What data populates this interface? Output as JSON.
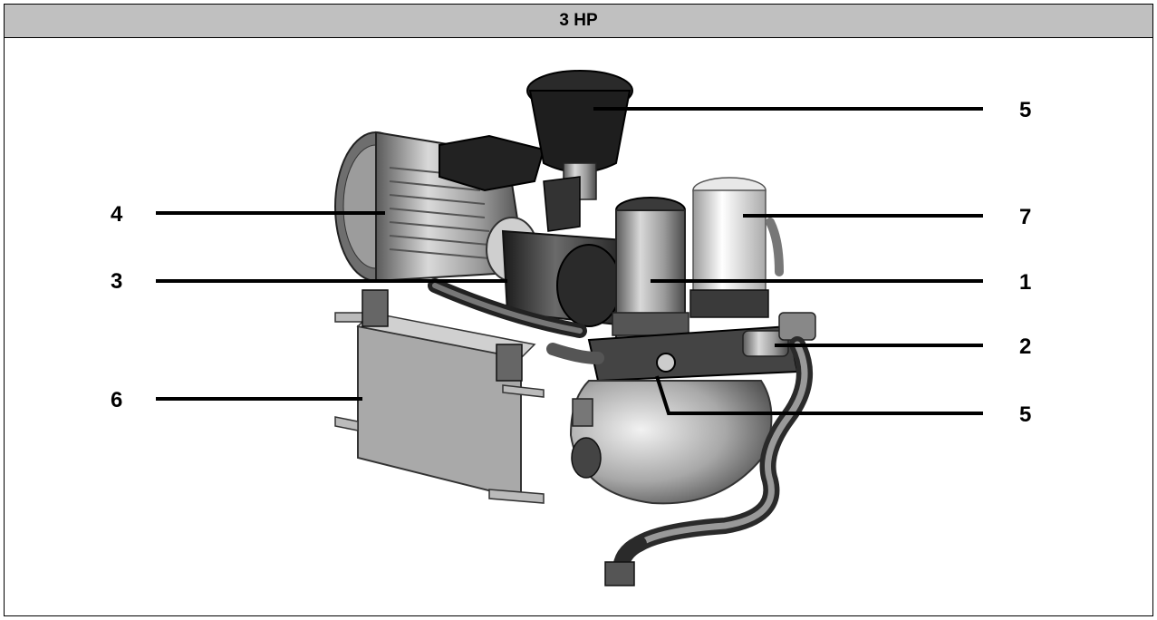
{
  "header": {
    "title": "3 HP"
  },
  "callouts": {
    "left": [
      "4",
      "3",
      "6"
    ],
    "right": [
      "5",
      "7",
      "1",
      "2",
      "5"
    ]
  }
}
